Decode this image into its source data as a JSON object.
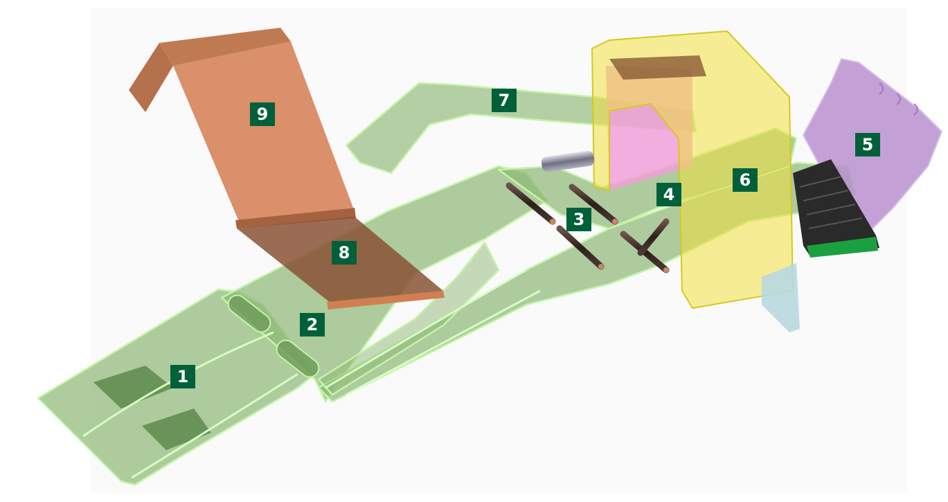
{
  "colors": {
    "label_bg": "#00603a",
    "label_text": "#ffffff",
    "green_path": "#8fb877",
    "green_edge": "#b8f0a0",
    "copper": "#d88a60",
    "yellow": "#f0e040",
    "pink": "#f0a0d8",
    "purple": "#b890d0",
    "rod": "#3a2a24",
    "grill": "#2a2a2a",
    "grill_base": "#1aa040"
  },
  "labels": [
    {
      "id": "1",
      "text": "1"
    },
    {
      "id": "2",
      "text": "2"
    },
    {
      "id": "3",
      "text": "3"
    },
    {
      "id": "4",
      "text": "4"
    },
    {
      "id": "5",
      "text": "5"
    },
    {
      "id": "6",
      "text": "6"
    },
    {
      "id": "7",
      "text": "7"
    },
    {
      "id": "8",
      "text": "8"
    },
    {
      "id": "9",
      "text": "9"
    }
  ]
}
